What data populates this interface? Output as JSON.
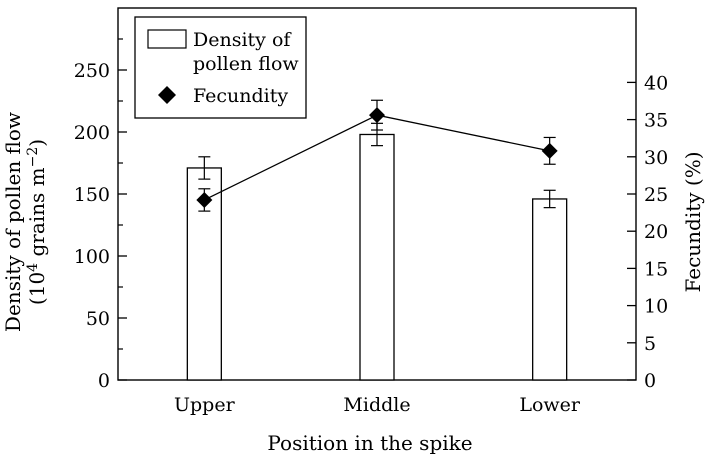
{
  "chart_data": {
    "type": "bar",
    "categories": [
      "Upper",
      "Middle",
      "Lower"
    ],
    "xlabel": "Position in the spike",
    "ylabel_left": {
      "line1": "Density of pollen flow",
      "line2_prefix": "(10",
      "line2_sup1": "4",
      "line2_mid": " grains m",
      "line2_sup2": "−2",
      "line2_suffix": ")"
    },
    "ylabel_right": "Fecundity (%)",
    "ylim_left": [
      0,
      300
    ],
    "ylim_right": [
      0,
      50
    ],
    "yticks_left": [
      0,
      50,
      100,
      150,
      200,
      250
    ],
    "yticks_right": [
      0,
      5,
      10,
      15,
      20,
      25,
      30,
      35,
      40
    ],
    "series": [
      {
        "name": "Density of pollen flow",
        "kind": "bar",
        "axis": "left",
        "values": [
          171,
          198,
          146
        ],
        "errors": [
          9,
          9,
          7
        ]
      },
      {
        "name": "Fecundity",
        "kind": "line-marker",
        "axis": "right",
        "marker": "diamond",
        "values": [
          24.2,
          35.6,
          30.8
        ],
        "errors": [
          1.5,
          2.0,
          1.8
        ]
      }
    ],
    "legend": {
      "position": "top-left",
      "bar_label_line1": "Density of",
      "bar_label_line2": "pollen flow",
      "marker_label": "Fecundity"
    }
  }
}
